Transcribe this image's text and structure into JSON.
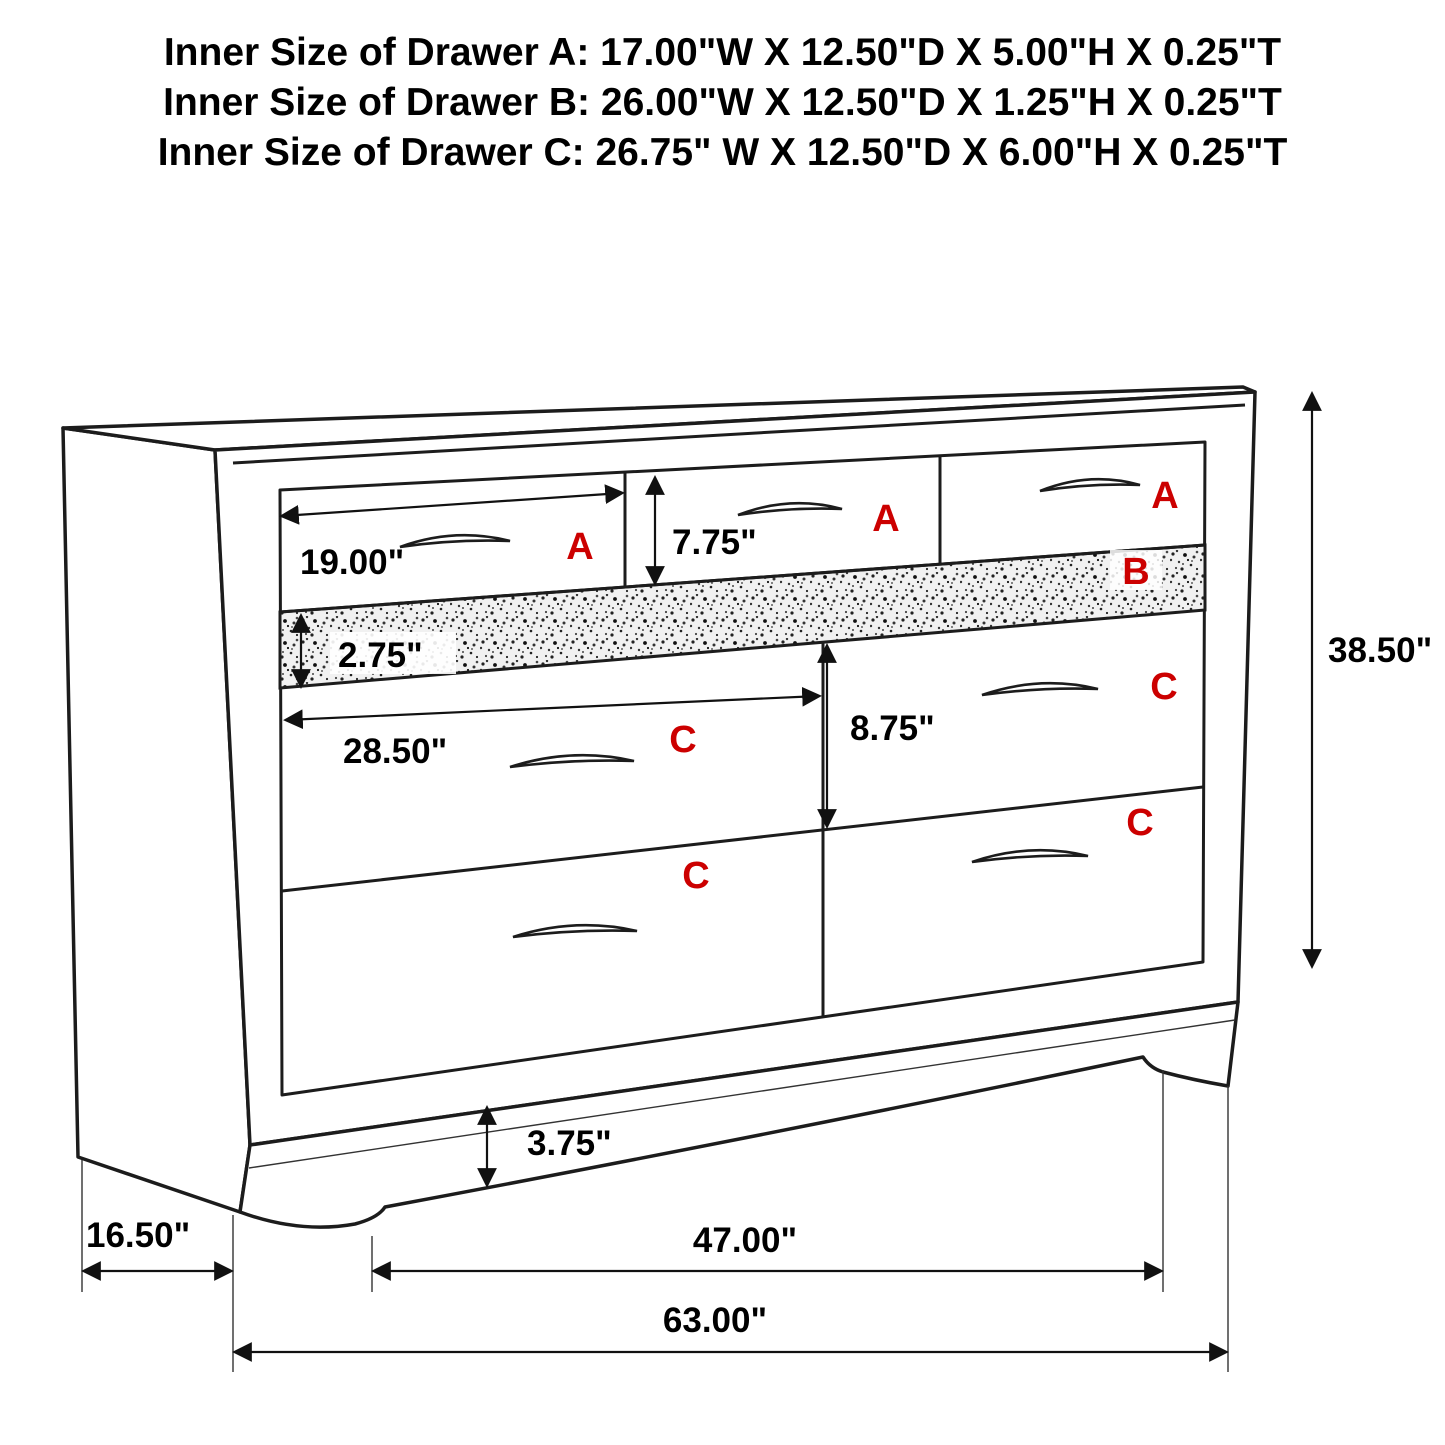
{
  "title": {
    "line1": "Inner Size of Drawer A: 17.00\"W X 12.50\"D X 5.00\"H X 0.25\"T",
    "line2": "Inner Size of Drawer B: 26.00\"W X 12.50\"D X 1.25\"H X 0.25\"T",
    "line3": "Inner Size of Drawer C: 26.75\" W X 12.50\"D X 6.00\"H X 0.25\"T"
  },
  "labels": {
    "drawer_a_top_left": "A",
    "drawer_a_top_middle": "A",
    "drawer_a_top_right": "A",
    "drawer_b": "B",
    "drawer_c_upper_left": "C",
    "drawer_c_upper_right": "C",
    "drawer_c_lower_left": "C",
    "drawer_c_lower_right": "C"
  },
  "dimensions": {
    "top_drawer_width": "19.00\"",
    "top_drawer_face_height": "7.75\"",
    "jewelry_drawer_height": "2.75\"",
    "bottom_drawer_width": "28.50\"",
    "bottom_drawer_face_height": "8.75\"",
    "overall_height": "38.50\"",
    "foot_height": "3.75\"",
    "side_depth": "16.50\"",
    "leg_span": "47.00\"",
    "overall_width": "63.00\""
  },
  "colors": {
    "outline": "#1c1c1c",
    "label_red": "#cc0000",
    "background": "#ffffff"
  }
}
